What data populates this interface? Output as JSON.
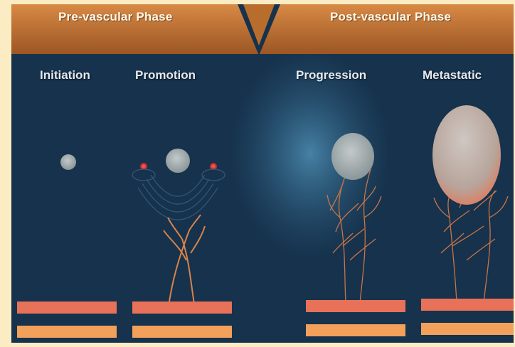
{
  "header": {
    "left_phase": "Pre-vascular Phase",
    "right_phase": "Post-vascular Phase"
  },
  "stages": [
    {
      "label": "Initiation"
    },
    {
      "label": "Promotion"
    },
    {
      "label": "Progression"
    },
    {
      "label": "Metastatic"
    }
  ],
  "colors": {
    "banner": "#b96d2d",
    "background": "#16324c",
    "tumor": "#9fa7a8",
    "vessel": "#d9834a",
    "bar_top": "#e8715a",
    "bar_bottom": "#f2a05a"
  }
}
